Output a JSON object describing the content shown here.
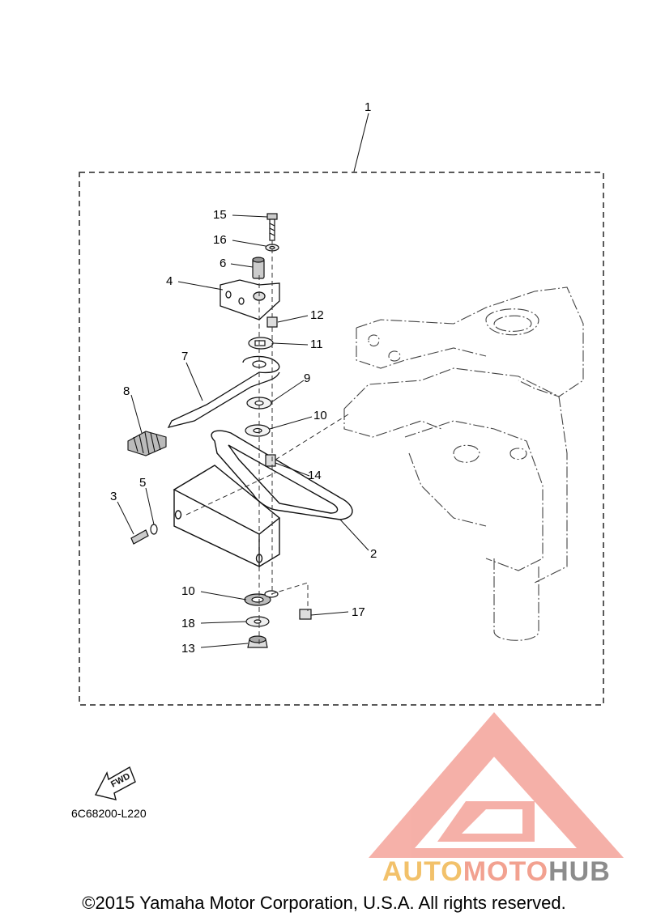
{
  "callouts": [
    {
      "id": "c1",
      "text": "1"
    },
    {
      "id": "c15",
      "text": "15"
    },
    {
      "id": "c16",
      "text": "16"
    },
    {
      "id": "c6",
      "text": "6"
    },
    {
      "id": "c4",
      "text": "4"
    },
    {
      "id": "c12",
      "text": "12"
    },
    {
      "id": "c11",
      "text": "11"
    },
    {
      "id": "c7",
      "text": "7"
    },
    {
      "id": "c9",
      "text": "9"
    },
    {
      "id": "c8",
      "text": "8"
    },
    {
      "id": "c10a",
      "text": "10"
    },
    {
      "id": "c14",
      "text": "14"
    },
    {
      "id": "c5",
      "text": "5"
    },
    {
      "id": "c3",
      "text": "3"
    },
    {
      "id": "c2",
      "text": "2"
    },
    {
      "id": "c10b",
      "text": "10"
    },
    {
      "id": "c17",
      "text": "17"
    },
    {
      "id": "c18",
      "text": "18"
    },
    {
      "id": "c13",
      "text": "13"
    }
  ],
  "fwd_label": "FWD",
  "part_code": "6C68200-L220",
  "watermark": {
    "brand_part1": "AUTO",
    "brand_part2": "MOTO",
    "brand_part3": "HUB",
    "colors": {
      "auto": "#f2c16a",
      "moto": "#f2a190",
      "hub": "#8c8c8c",
      "logo": "#f4a39a"
    }
  },
  "copyright": "©2015 Yamaha Motor Corporation, U.S.A. All rights reserved."
}
